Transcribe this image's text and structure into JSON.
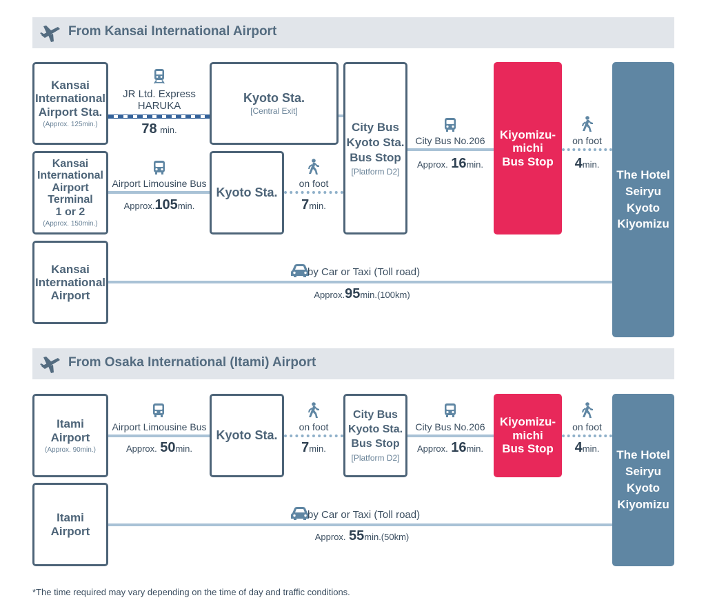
{
  "sections": {
    "kansai": {
      "title": "From Kansai International Airport"
    },
    "itami": {
      "title": "From Osaka International (Itami) Airport"
    }
  },
  "kansai": {
    "kix_station": {
      "name": "Kansai\nInternational\nAirport Sta.",
      "approx": "(Approx. 125min.)"
    },
    "haruka": {
      "label": "JR Ltd. Express\nHARUKA",
      "num": "78",
      "unit": "min."
    },
    "kyoto_central": {
      "name": "Kyoto Sta.",
      "exit": "[Central Exit]"
    },
    "kix_terminal": {
      "name": "Kansai\nInternational\nAirport\nTerminal\n1 or 2",
      "approx": "(Approx. 150min.)"
    },
    "limousine": {
      "label": "Airport Limousine Bus",
      "pre": "Approx.",
      "num": "105",
      "unit": "min."
    },
    "kyoto_sta": {
      "name": "Kyoto Sta."
    },
    "walk1": {
      "label": "on foot",
      "num": "7",
      "unit": "min."
    },
    "city_bus_stop": {
      "name": "City Bus\nKyoto Sta.\nBus Stop",
      "platform": "[Platform D2]"
    },
    "bus206": {
      "label": "City Bus No.206",
      "pre": "Approx.",
      "num": "16",
      "unit": "min."
    },
    "kiyomizu_stop": {
      "name": "Kiyomizu-\nmichi\nBus Stop"
    },
    "walk2": {
      "label": "on foot",
      "num": "4",
      "unit": "min."
    },
    "kix_airport": {
      "name": "Kansai\nInternational\nAirport"
    },
    "car": {
      "label": "by Car or Taxi (Toll road)",
      "pre": "Approx.",
      "num": "95",
      "unit": "min.(100km)"
    },
    "hotel": {
      "name": "The Hotel\nSeiryu\nKyoto\nKiyomizu"
    }
  },
  "itami": {
    "itami_airport": {
      "name": "Itami\nAirport",
      "approx": "(Approx. 90min.)"
    },
    "limousine": {
      "label": "Airport Limousine Bus",
      "pre": "Approx.",
      "num": "50",
      "unit": "min."
    },
    "kyoto_sta": {
      "name": "Kyoto Sta."
    },
    "walk1": {
      "label": "on foot",
      "num": "7",
      "unit": "min."
    },
    "city_bus_stop": {
      "name": "City Bus\nKyoto Sta.\nBus Stop",
      "platform": "[Platform D2]"
    },
    "bus206": {
      "label": "City Bus No.206",
      "pre": "Approx.",
      "num": "16",
      "unit": "min."
    },
    "kiyomizu_stop": {
      "name": "Kiyomizu-\nmichi\nBus Stop"
    },
    "walk2": {
      "label": "on foot",
      "num": "4",
      "unit": "min."
    },
    "itami_airport2": {
      "name": "Itami\nAirport"
    },
    "car": {
      "label": "by Car or Taxi (Toll road)",
      "pre": "Approx.",
      "num": "55",
      "unit": "min.(50km)"
    },
    "hotel": {
      "name": "The Hotel\nSeiryu\nKyoto\nKiyomizu"
    }
  },
  "footnote": "*The time required may vary depending on the time of day and traffic conditions.",
  "icons": {
    "plane": "airplane-icon",
    "train": "train-icon",
    "bus": "bus-icon",
    "walk": "walking-person-icon",
    "car": "car-icon"
  },
  "colors": {
    "box_border": "#4d6478",
    "bus_stop": "#e8285a",
    "hotel": "#5f86a3",
    "route_line": "#a9c2d6",
    "header_bg": "#e1e5ea"
  }
}
